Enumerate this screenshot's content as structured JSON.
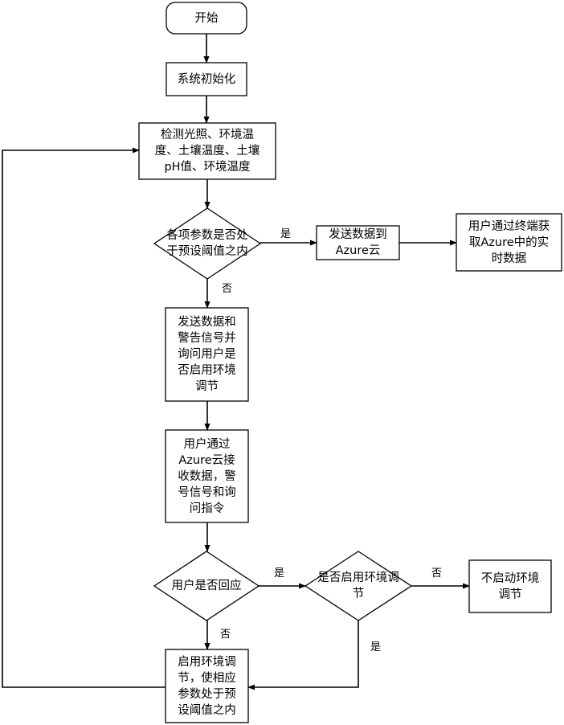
{
  "nodes": {
    "start": "开始",
    "init": "系统初始化",
    "detect": "检测光照、环境温\n度、土壤温度、土壤\npH值、环境温度",
    "decision_range": "各项参数是否处\n于预设阈值之内",
    "send_azure": "发送数据到\nAzure云",
    "user_fetch": "用户通过终端获\n取Azure中的实\n时数据",
    "send_warning": "发送数据和\n警告信号并\n询问用户是\n否启用环境\n调节",
    "user_receive": "用户通过\nAzure云接\n收数据，警\n号信号和询\n问指令",
    "decision_respond": "用户是否回应",
    "decision_enable": "是否启用环境调\n节",
    "no_adjust": "不启动环境\n调节",
    "adjust": "启用环境调\n节，使相应\n参数处于预\n设阈值之内"
  },
  "edges": {
    "range_yes": "是",
    "range_no": "否",
    "respond_yes": "是",
    "respond_no": "否",
    "enable_no": "否",
    "enable_yes": "是"
  },
  "colors": {
    "stroke": "#000000",
    "fill": "#ffffff"
  }
}
